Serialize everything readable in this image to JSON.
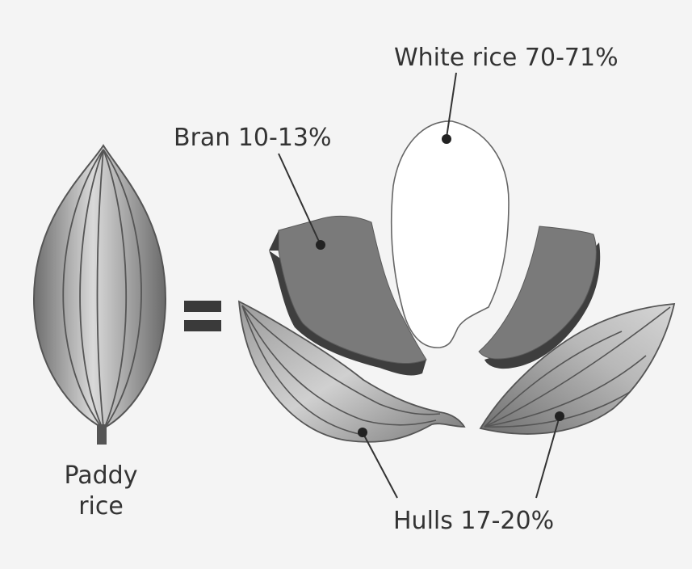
{
  "labels": {
    "white_rice": "White rice 70-71%",
    "bran": "Bran 10-13%",
    "paddy_line1": "Paddy",
    "paddy_line2": "rice",
    "hulls": "Hulls 17-20%"
  },
  "colors": {
    "background": "#f4f4f4",
    "hull_fill": "#a8a8a8",
    "bran_fill": "#7a7a7a",
    "bran_edge": "#3e3e3e",
    "white_rice_fill": "#ffffff",
    "outline": "#555555",
    "text": "#333333"
  },
  "symbol": "equals-sign"
}
